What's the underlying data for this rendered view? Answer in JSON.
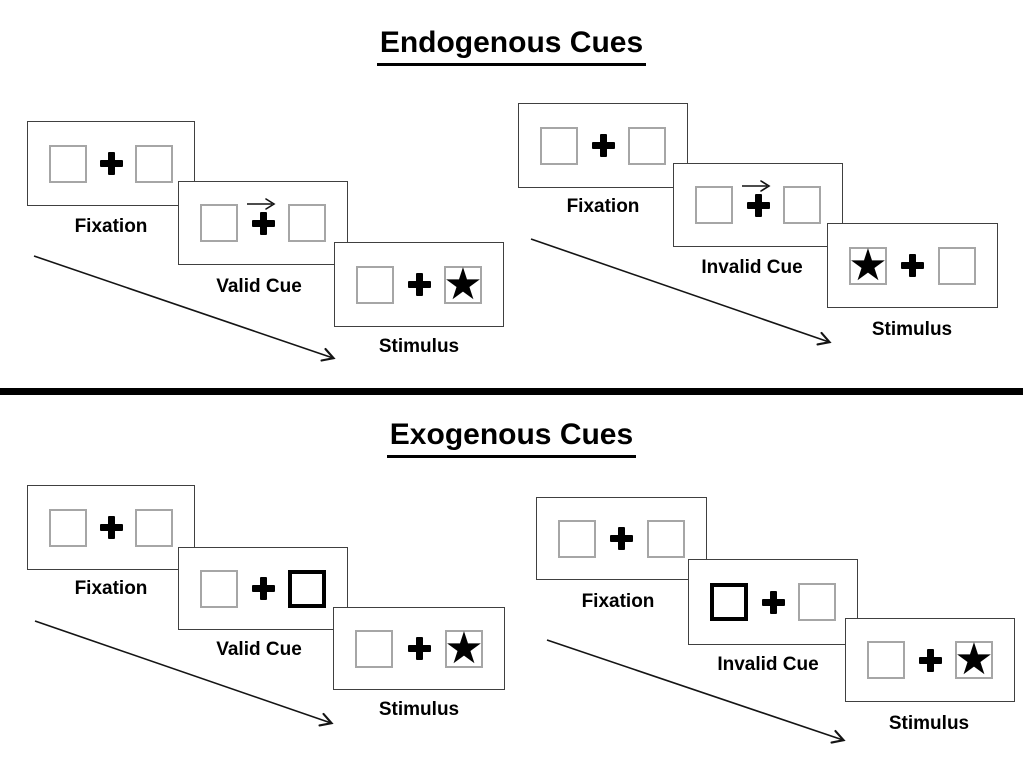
{
  "colors": {
    "background": "#ffffff",
    "ink": "#000000",
    "panel_border": "#404040",
    "placeholder_box_border": "#a6a6a6",
    "cue_box_border": "#000000"
  },
  "symbols": {
    "star": "★"
  },
  "sections": [
    {
      "title": "Endogenous Cues",
      "groups": [
        {
          "name": "valid-trial",
          "panels": [
            {
              "label": "Fixation",
              "left_box": "plain",
              "center": "plus",
              "right_box": "plain"
            },
            {
              "label": "Valid Cue",
              "left_box": "plain",
              "center": "plus-arrow",
              "right_box": "plain"
            },
            {
              "label": "Stimulus",
              "left_box": "plain",
              "center": "plus",
              "right_box": "star"
            }
          ]
        },
        {
          "name": "invalid-trial",
          "panels": [
            {
              "label": "Fixation",
              "left_box": "plain",
              "center": "plus",
              "right_box": "plain"
            },
            {
              "label": "Invalid Cue",
              "left_box": "plain",
              "center": "plus-arrow",
              "right_box": "plain"
            },
            {
              "label": "Stimulus",
              "left_box": "star",
              "center": "plus",
              "right_box": "plain"
            }
          ]
        }
      ]
    },
    {
      "title": "Exogenous Cues",
      "groups": [
        {
          "name": "valid-trial",
          "panels": [
            {
              "label": "Fixation",
              "left_box": "plain",
              "center": "plus",
              "right_box": "plain"
            },
            {
              "label": "Valid Cue",
              "left_box": "plain",
              "center": "plus",
              "right_box": "bold"
            },
            {
              "label": "Stimulus",
              "left_box": "plain",
              "center": "plus",
              "right_box": "star"
            }
          ]
        },
        {
          "name": "invalid-trial",
          "panels": [
            {
              "label": "Fixation",
              "left_box": "plain",
              "center": "plus",
              "right_box": "plain"
            },
            {
              "label": "Invalid Cue",
              "left_box": "bold",
              "center": "plus",
              "right_box": "plain"
            },
            {
              "label": "Stimulus",
              "left_box": "plain",
              "center": "plus",
              "right_box": "star"
            }
          ]
        }
      ]
    }
  ]
}
